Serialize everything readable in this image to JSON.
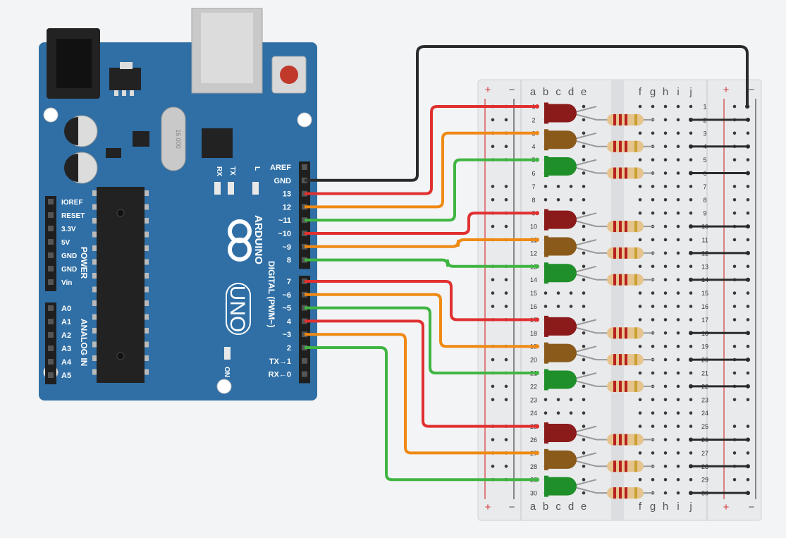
{
  "colors": {
    "background": "#f3f4f6",
    "board": "#2f6fa5",
    "breadboard": "#e9eaec",
    "wire_red": "#e03030",
    "wire_orange": "#ef8a14",
    "wire_green": "#3fb542",
    "wire_black": "#2b2b2b",
    "led_red": "#8b1a1a",
    "led_yellow": "#8a5a1a",
    "led_green": "#1f8f2a",
    "rail_positive": "#d43a3a",
    "rail_negative": "#444444"
  },
  "arduino": {
    "logo_text": "ARDUINO",
    "model_text": "UNO",
    "crystal_text": "16.000",
    "led_labels": {
      "rx": "RX",
      "tx": "TX",
      "l": "L",
      "on": "ON"
    },
    "digital_header_label": "DIGITAL (PWM~)",
    "power_header_label": "POWER",
    "analog_header_label": "ANALOG IN",
    "digital_pins": [
      "AREF",
      "GND",
      "13",
      "12",
      "~11",
      "~10",
      "~9",
      "8",
      "7",
      "~6",
      "~5",
      "4",
      "~3",
      "2",
      "TX→1",
      "RX←0"
    ],
    "power_pins": [
      "IOREF",
      "RESET",
      "3.3V",
      "5V",
      "GND",
      "GND",
      "Vin"
    ],
    "analog_pins": [
      "A0",
      "A1",
      "A2",
      "A3",
      "A4",
      "A5"
    ]
  },
  "breadboard": {
    "columns_left": [
      "a",
      "b",
      "c",
      "d",
      "e"
    ],
    "columns_right": [
      "f",
      "g",
      "h",
      "i",
      "j"
    ],
    "rail_plus": "+",
    "rail_minus": "−",
    "row_count": 30
  },
  "circuit": {
    "leds": [
      {
        "color": "red",
        "row": 1,
        "pin": "13"
      },
      {
        "color": "yellow",
        "row": 3,
        "pin": "12"
      },
      {
        "color": "green",
        "row": 5,
        "pin": "~11"
      },
      {
        "color": "red",
        "row": 9,
        "pin": "~10"
      },
      {
        "color": "yellow",
        "row": 11,
        "pin": "~9"
      },
      {
        "color": "green",
        "row": 13,
        "pin": "8"
      },
      {
        "color": "red",
        "row": 17,
        "pin": "7"
      },
      {
        "color": "yellow",
        "row": 19,
        "pin": "~6"
      },
      {
        "color": "green",
        "row": 21,
        "pin": "~5"
      },
      {
        "color": "red",
        "row": 25,
        "pin": "4"
      },
      {
        "color": "yellow",
        "row": 27,
        "pin": "~3"
      },
      {
        "color": "green",
        "row": 29,
        "pin": "2"
      }
    ],
    "ground_pin": "GND"
  }
}
